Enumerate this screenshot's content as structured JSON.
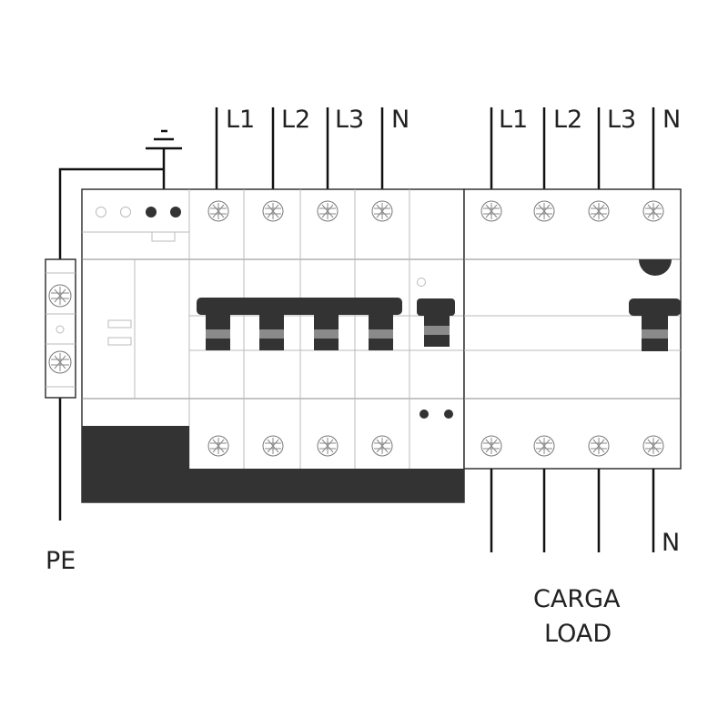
{
  "title": "Wiring diagram",
  "supply_labels_left": [
    "L1",
    "L2",
    "L3",
    "N"
  ],
  "supply_labels_right": [
    "L1",
    "L2",
    "L3",
    "N"
  ],
  "earth_label": "PE",
  "load_neutral_label": "N",
  "load_label_es": "CARGA",
  "load_label_en": "LOAD",
  "colors": {
    "line": "#111111",
    "dark": "#333333",
    "grey": "#8a8a8a",
    "light": "#bbbbbb"
  }
}
